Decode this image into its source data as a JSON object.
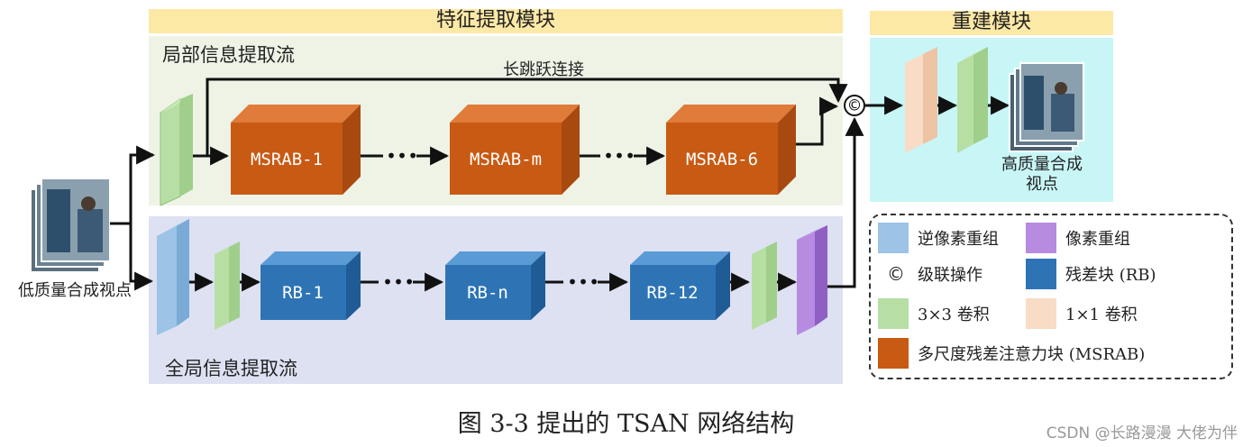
{
  "banners": {
    "feature_extraction": "特征提取模块",
    "reconstruction": "重建模块"
  },
  "panels": {
    "local_stream": "局部信息提取流",
    "global_stream": "全局信息提取流"
  },
  "labels": {
    "skip_connection": "长跳跃连接",
    "input_view": "低质量合成视点",
    "output_view": "高质量合成视点",
    "concat_symbol": "©"
  },
  "blocks": {
    "msrab": [
      "MSRAB-1",
      "MSRAB-m",
      "MSRAB-6"
    ],
    "rb": [
      "RB-1",
      "RB-n",
      "RB-12"
    ],
    "ellipsis": "•••"
  },
  "legend": {
    "inverse_pixel_shuffle": "逆像素重组",
    "pixel_shuffle": "像素重组",
    "concat_symbol": "©",
    "concat": "级联操作",
    "residual_block": "残差块 (RB)",
    "conv3": "3×3 卷积",
    "conv1": "1×1 卷积",
    "msrab": "多尺度残差注意力块 (MSRAB)"
  },
  "colors": {
    "msrab_block": "#c85a14",
    "rb_block": "#2e74b5",
    "conv3": "#b7dfa4",
    "conv1": "#f8dcc6",
    "inverse_pixel_shuffle": "#9dc3e6",
    "pixel_shuffle": "#b68be0"
  },
  "caption": "图 3-3 提出的 TSAN 网络结构",
  "watermark": "CSDN @长路漫漫 大佬为伴"
}
